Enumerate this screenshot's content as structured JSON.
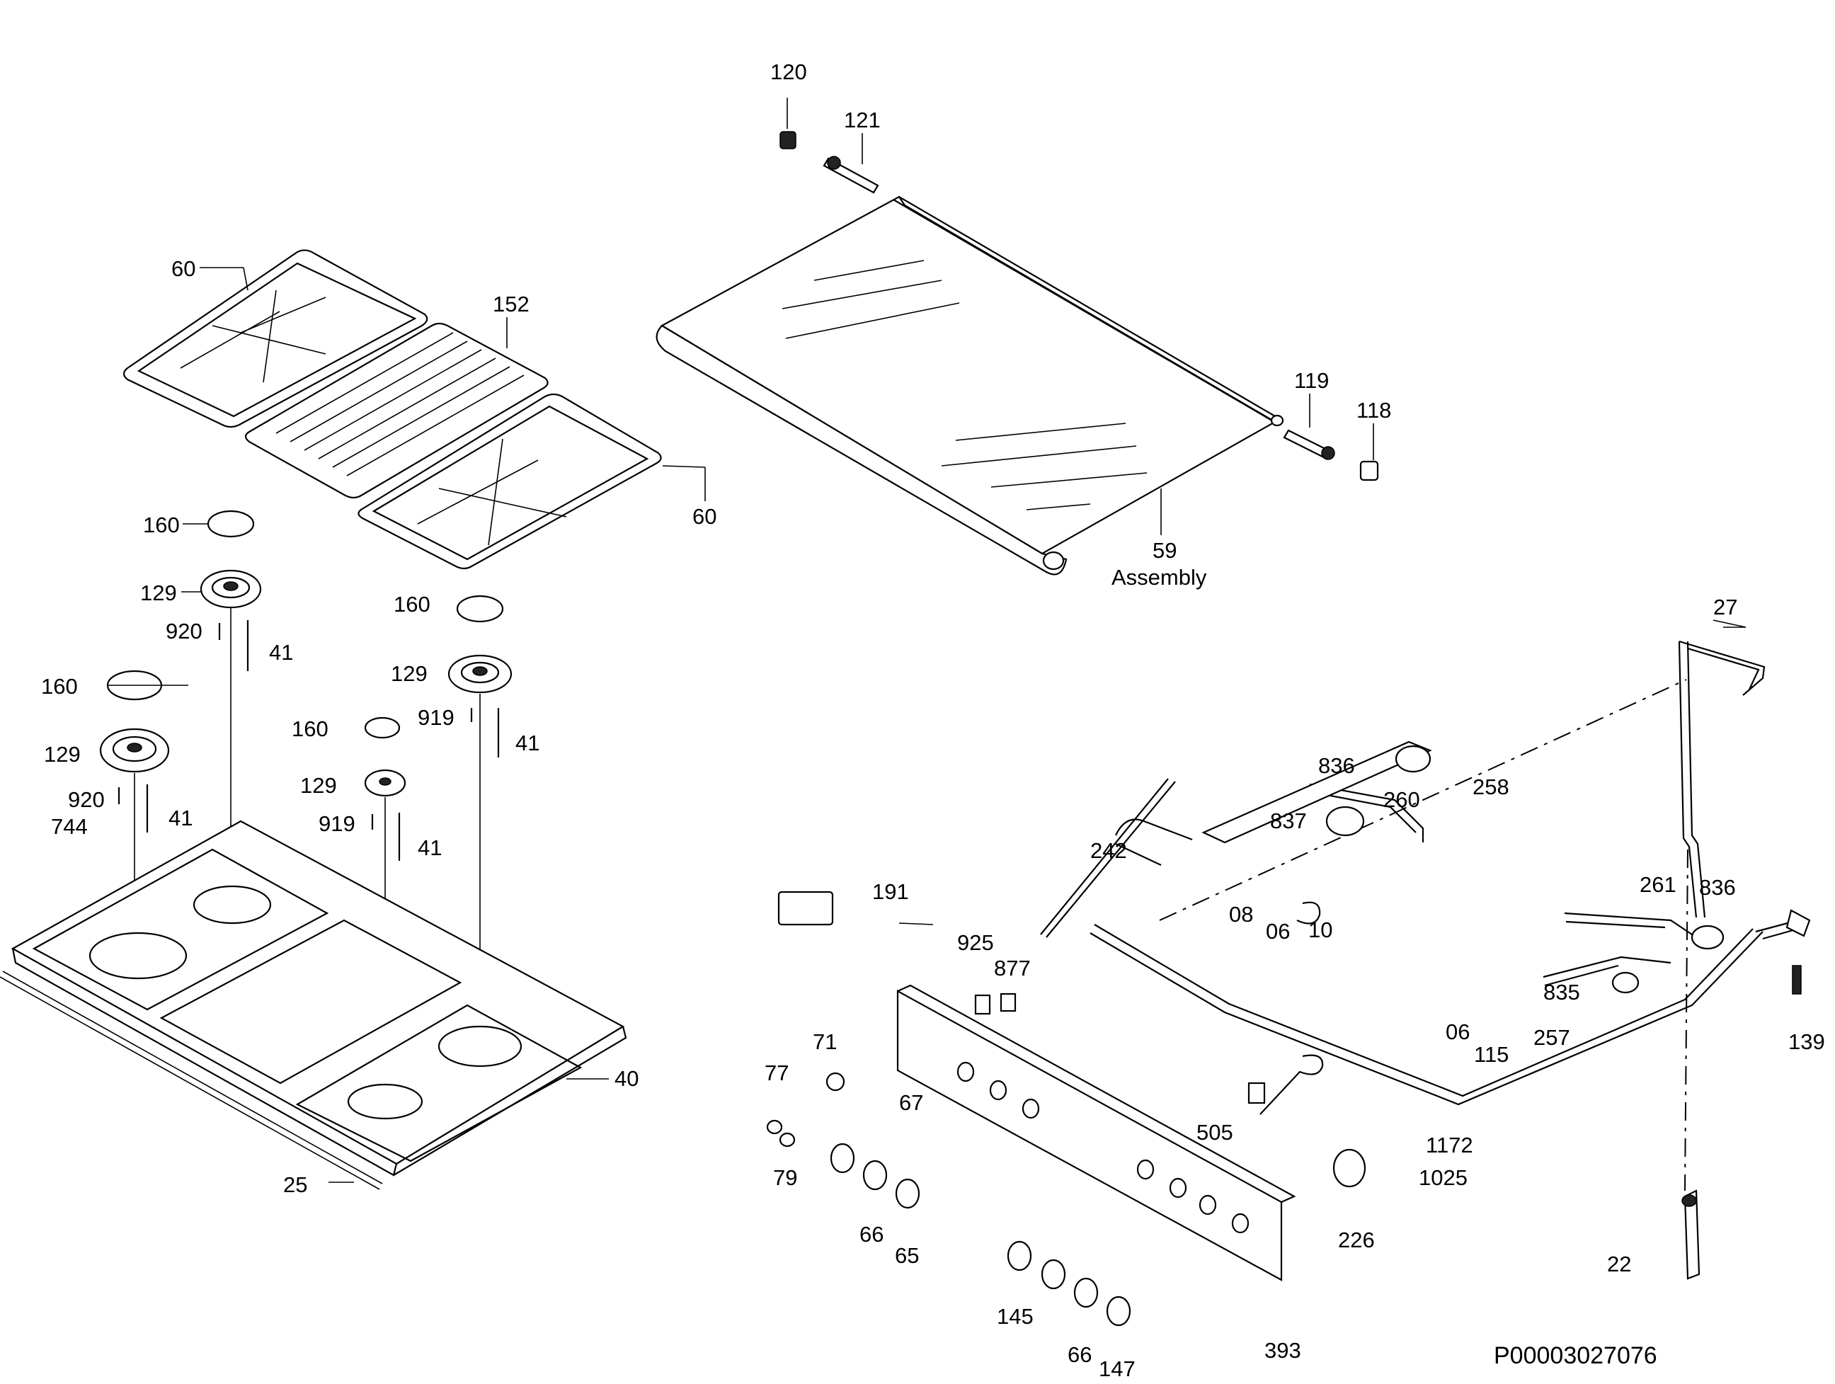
{
  "diagram": {
    "code": "P00003027076",
    "callouts": {
      "c120": "120",
      "c121": "121",
      "c119": "119",
      "c118": "118",
      "c59": "59",
      "c59b": "Assembly",
      "c60a": "60",
      "c60b": "60",
      "c152": "152",
      "c160a": "160",
      "c160b": "160",
      "c160c": "160",
      "c160d": "160",
      "c129a": "129",
      "c129b": "129",
      "c129c": "129",
      "c129d": "129",
      "c920a": "920",
      "c920b": "920",
      "c919a": "919",
      "c919b": "919",
      "c744": "744",
      "c41a": "41",
      "c41b": "41",
      "c41c": "41",
      "c41d": "41",
      "c40": "40",
      "c25": "25",
      "c27": "27",
      "c836a": "836",
      "c836b": "836",
      "c837": "837",
      "c260": "260",
      "c258": "258",
      "c242": "242",
      "c191": "191",
      "c08": "08",
      "c06a": "06",
      "c06b": "06",
      "c10": "10",
      "c261": "261",
      "c835": "835",
      "c257": "257",
      "c115": "115",
      "c139": "139",
      "c925": "925",
      "c877": "877",
      "c71": "71",
      "c77": "77",
      "c67": "67",
      "c79": "79",
      "c505": "505",
      "c1172": "1172",
      "c1025": "1025",
      "c66a": "66",
      "c65": "65",
      "c226": "226",
      "c145": "145",
      "c66b": "66",
      "c147": "147",
      "c393": "393",
      "c22": "22"
    }
  }
}
